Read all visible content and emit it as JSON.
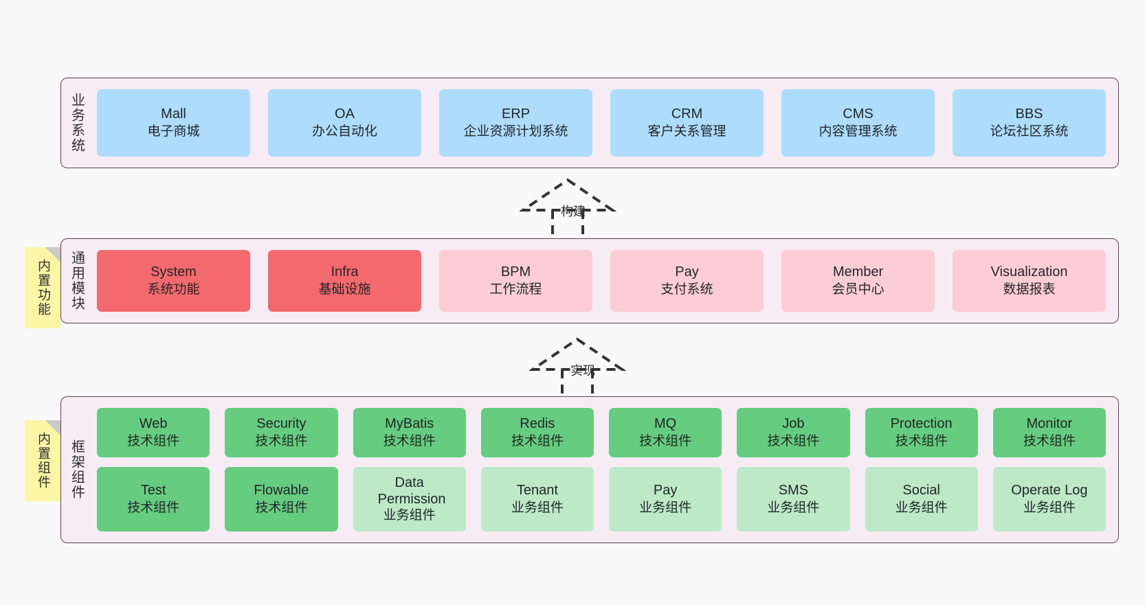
{
  "diagram": {
    "title_semantic": "layered-architecture-diagram",
    "colors": {
      "layer_bg": "#f7ecf4",
      "layer_border": "#5c4352",
      "business": "#aedcfb",
      "module_strong": "#f4696d",
      "module_weak": "#fccdd4",
      "tech_component": "#66cc80",
      "biz_component": "#bde9c6",
      "sticky": "#fbf6a6",
      "page_bg": "#f9f9f9"
    }
  },
  "layers": [
    {
      "id": "business-system",
      "title": "业务系统",
      "rows": [
        {
          "cells": [
            {
              "name": "Mall",
              "sub": "电子商城",
              "color": "blue"
            },
            {
              "name": "OA",
              "sub": "办公自动化",
              "color": "blue"
            },
            {
              "name": "ERP",
              "sub": "企业资源计划系统",
              "color": "blue"
            },
            {
              "name": "CRM",
              "sub": "客户关系管理",
              "color": "blue"
            },
            {
              "name": "CMS",
              "sub": "内容管理系统",
              "color": "blue"
            },
            {
              "name": "BBS",
              "sub": "论坛社区系统",
              "color": "blue"
            }
          ]
        }
      ]
    },
    {
      "id": "common-module",
      "title": "通用模块",
      "sticky": "内置功能",
      "rows": [
        {
          "cells": [
            {
              "name": "System",
              "sub": "系统功能",
              "color": "red"
            },
            {
              "name": "Infra",
              "sub": "基础设施",
              "color": "red"
            },
            {
              "name": "BPM",
              "sub": "工作流程",
              "color": "pink"
            },
            {
              "name": "Pay",
              "sub": "支付系统",
              "color": "pink"
            },
            {
              "name": "Member",
              "sub": "会员中心",
              "color": "pink"
            },
            {
              "name": "Visualization",
              "sub": "数据报表",
              "color": "pink"
            }
          ]
        }
      ]
    },
    {
      "id": "framework-component",
      "title": "框架组件",
      "sticky": "内置组件",
      "rows": [
        {
          "cells": [
            {
              "name": "Web",
              "sub": "技术组件",
              "color": "green"
            },
            {
              "name": "Security",
              "sub": "技术组件",
              "color": "green"
            },
            {
              "name": "MyBatis",
              "sub": "技术组件",
              "color": "green"
            },
            {
              "name": "Redis",
              "sub": "技术组件",
              "color": "green"
            },
            {
              "name": "MQ",
              "sub": "技术组件",
              "color": "green"
            },
            {
              "name": "Job",
              "sub": "技术组件",
              "color": "green"
            },
            {
              "name": "Protection",
              "sub": "技术组件",
              "color": "green"
            },
            {
              "name": "Monitor",
              "sub": "技术组件",
              "color": "green"
            }
          ]
        },
        {
          "cells": [
            {
              "name": "Test",
              "sub": "技术组件",
              "color": "green"
            },
            {
              "name": "Flowable",
              "sub": "技术组件",
              "color": "green"
            },
            {
              "name": "Data Permission",
              "sub": "业务组件",
              "color": "lightgreen"
            },
            {
              "name": "Tenant",
              "sub": "业务组件",
              "color": "lightgreen"
            },
            {
              "name": "Pay",
              "sub": "业务组件",
              "color": "lightgreen"
            },
            {
              "name": "SMS",
              "sub": "业务组件",
              "color": "lightgreen"
            },
            {
              "name": "Social",
              "sub": "业务组件",
              "color": "lightgreen"
            },
            {
              "name": "Operate Log",
              "sub": "业务组件",
              "color": "lightgreen"
            }
          ]
        }
      ]
    }
  ],
  "connectors": [
    {
      "id": "build",
      "label": "构建",
      "style": "dashed-hollow-arrow-up"
    },
    {
      "id": "implement",
      "label": "实现",
      "style": "dashed-hollow-arrow-up"
    }
  ]
}
